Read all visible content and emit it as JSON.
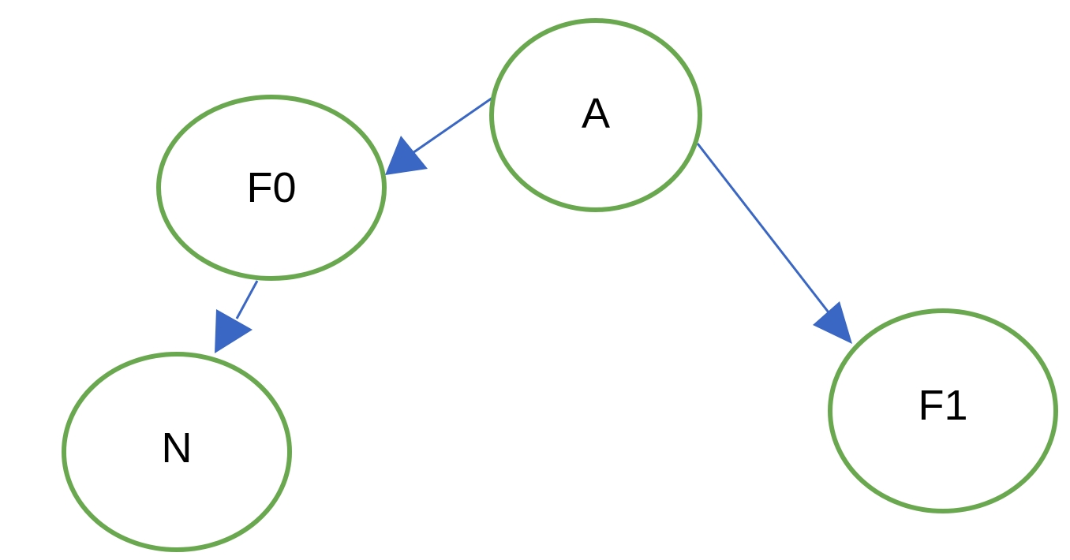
{
  "diagram": {
    "colors": {
      "node_stroke": "#6aa84f",
      "edge": "#3a66c4",
      "label": "#000000"
    },
    "nodes": [
      {
        "id": "A",
        "label": "A"
      },
      {
        "id": "F0",
        "label": "F0"
      },
      {
        "id": "F1",
        "label": "F1"
      },
      {
        "id": "N",
        "label": "N"
      }
    ],
    "edges": [
      {
        "from": "A",
        "to": "F0"
      },
      {
        "from": "A",
        "to": "F1"
      },
      {
        "from": "F0",
        "to": "N"
      }
    ]
  }
}
